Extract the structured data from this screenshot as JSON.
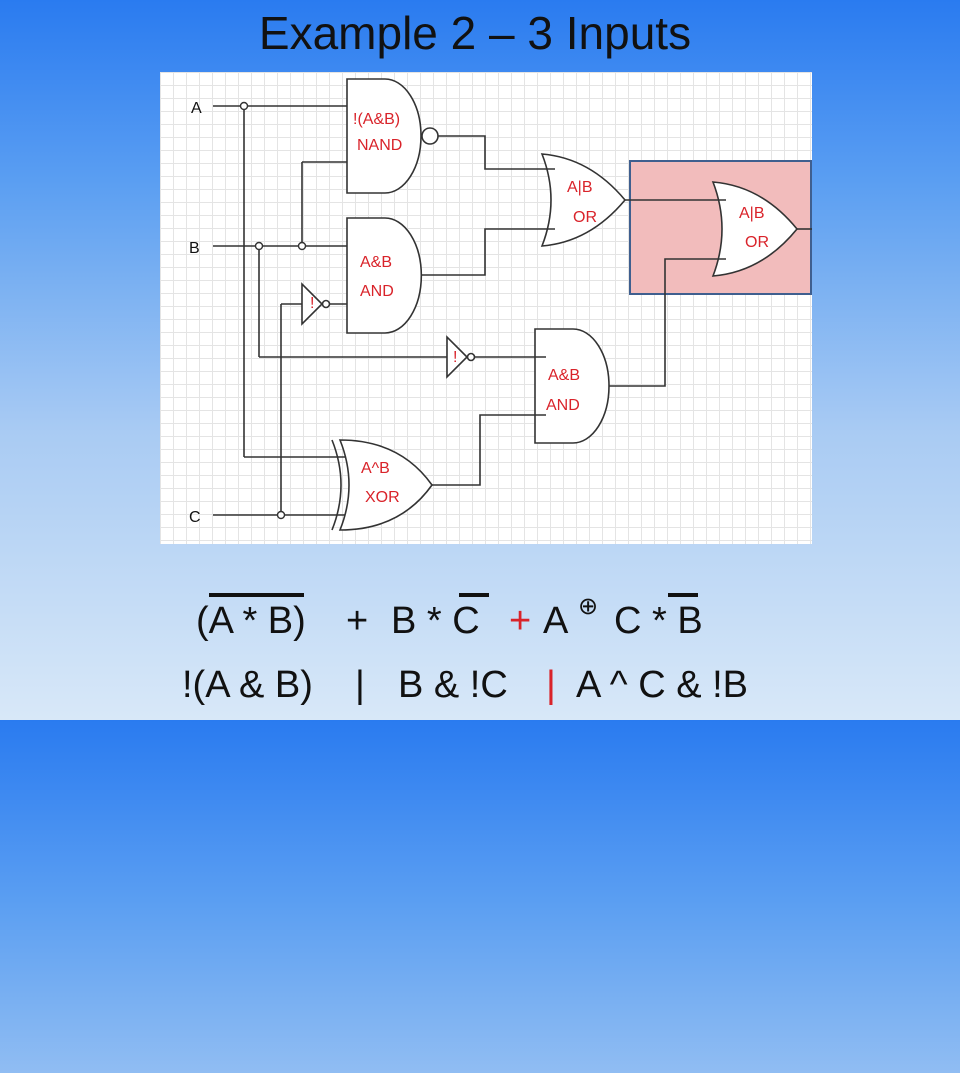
{
  "title": "Example 2 – 3 Inputs",
  "inputs": {
    "a": "A",
    "b": "B",
    "c": "C"
  },
  "gates": {
    "nand": {
      "expr": "!(A&B)",
      "name": "NAND"
    },
    "and1": {
      "expr": "A&B",
      "name": "AND"
    },
    "or1": {
      "expr": "A|B",
      "name": "OR"
    },
    "or_final": {
      "expr": "A|B",
      "name": "OR"
    },
    "not1": {
      "symbol": "!"
    },
    "not2": {
      "symbol": "!"
    },
    "and2": {
      "expr": "A&B",
      "name": "AND"
    },
    "xor": {
      "expr": "A^B",
      "name": "XOR"
    }
  },
  "colors": {
    "highlight_fill": "#f2bcbc",
    "highlight_border": "#3f5f8f",
    "gate_text": "#d9232a"
  },
  "formula_math": {
    "t1": "(A * B)",
    "t2": "+",
    "t3": "B * C",
    "t4": "+",
    "t5": "A",
    "t6": "⊕",
    "t7": "C * B"
  },
  "formula_code": {
    "t1": "!(A & B)",
    "t2": "|",
    "t3": "B & !C",
    "t4": "|",
    "t5": "A ^ C & !B"
  }
}
